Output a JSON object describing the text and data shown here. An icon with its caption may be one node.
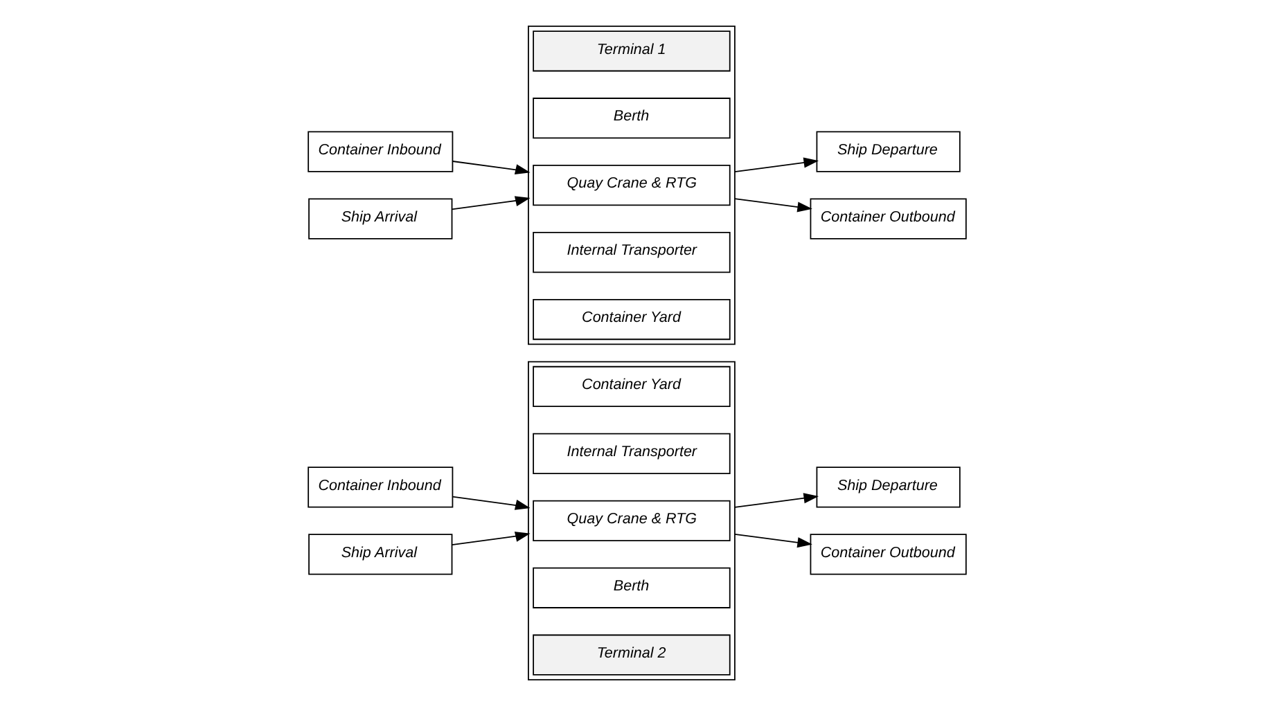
{
  "diagram": {
    "nodes": [
      {
        "text": [],
        "shape": "box"
      },
      {
        "text": [
          "Terminal 1"
        ],
        "in": 0
      },
      {
        "text": [
          "Berth"
        ],
        "in": 0
      },
      {
        "text": [
          "Quay Crane & RTG"
        ],
        "in": 0
      },
      {
        "text": [
          "Internal Transporter"
        ],
        "in": 0
      },
      {
        "text": [
          "Container Yard"
        ],
        "in": 0
      },
      {
        "text": [],
        "shape": "box"
      },
      {
        "text": [
          "Container Yard"
        ],
        "in": 6
      },
      {
        "text": [
          "Internal Transporter"
        ],
        "in": 6
      },
      {
        "text": [
          "Quay Crane & RTG"
        ],
        "in": 6
      },
      {
        "text": [
          "Berth"
        ],
        "in": 6
      },
      {
        "text": [
          "Terminal 2"
        ],
        "in": 6
      },
      {
        "text": [
          "Ship Arrival"
        ]
      },
      {
        "text": [
          "Container Inbound"
        ]
      },
      {
        "text": [
          "Container Outbound"
        ]
      },
      {
        "text": [
          "Ship Departure"
        ]
      },
      {
        "text": [
          "Ship Arrival"
        ]
      },
      {
        "text": [
          "Container Inbound"
        ]
      },
      {
        "text": [
          "Container Outbound"
        ]
      },
      {
        "text": [
          "Ship Departure"
        ]
      }
    ],
    "edges": [
      {
        "from": 12,
        "to": 0,
        "arrow": "to"
      },
      {
        "from": 13,
        "to": 0,
        "arrow": "to"
      },
      {
        "from": 0,
        "to": 14,
        "arrow": "to"
      },
      {
        "from": 0,
        "to": 15,
        "arrow": "to"
      },
      {
        "from": 16,
        "to": 6,
        "arrow": "to"
      },
      {
        "from": 17,
        "to": 6,
        "arrow": "to"
      },
      {
        "from": 6,
        "to": 18,
        "arrow": "to"
      },
      {
        "from": 6,
        "to": 19,
        "arrow": "to"
      }
    ]
  }
}
